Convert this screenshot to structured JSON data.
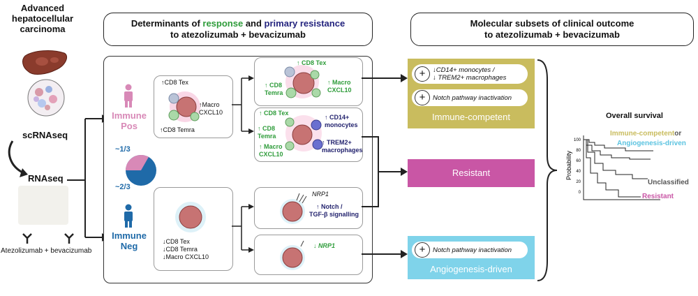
{
  "left": {
    "title_lines": [
      "Advanced",
      "hepatocellular",
      "carcinoma"
    ],
    "scrnaseq": "scRNAseq",
    "rnaseq": "RNAseq",
    "drugs": "Atezolizumab + bevacizumab"
  },
  "center_header": {
    "part1": "Determinants of ",
    "response": "response",
    "part2": " and ",
    "resistance": "primary resistance",
    "line2": "to atezolizumab + bevacizumab"
  },
  "right_header": {
    "line1": "Molecular subsets of clinical outcome",
    "line2": "to atezolizumab + bevacizumab"
  },
  "immune": {
    "pos_line1": "Immune",
    "pos_line2": "Pos",
    "neg_line1": "Immune",
    "neg_line2": "Neg",
    "fraction_pos": "~1/3",
    "fraction_neg": "~2/3",
    "pie_pos_fraction": 0.333
  },
  "pos_card": {
    "cd8_tex": "↑CD8 Tex",
    "macro": "↑Macro",
    "cxcl10": "CXCL10",
    "temra": "↑CD8 Temra"
  },
  "neg_card": {
    "line1": "↓CD8 Tex",
    "line2": "↓CD8 Temra",
    "line3": "↓Macro CXCL10"
  },
  "resp_card1": {
    "cd8_tex": "↑ CD8 Tex",
    "cd8": "↑ CD8",
    "temra": "Temra",
    "macro": "↑ Macro",
    "cxcl10": "CXCL10"
  },
  "resp_card2": {
    "cd8_tex": "↑ CD8 Tex",
    "cd8": "↑ CD8",
    "temra": "Temra",
    "macro": "↑ Macro",
    "cxcl10": "CXCL10",
    "cd14": "↑ CD14+",
    "monocytes": "monocytes",
    "trem2": "↑ TREM2+",
    "macrophages": "macrophages"
  },
  "neg_card1": {
    "nrp1": "NRP1",
    "notch": "↑ Notch /",
    "tgf": "TGF-β signalling"
  },
  "neg_card2": {
    "nrp1": "↓ NRP1"
  },
  "outcomes": {
    "immune_competent": {
      "pill1_line1": "↓CD14+ monocytes /",
      "pill1_line2": "↓ TREM2+ macrophages",
      "pill2": "Notch pathway inactivation",
      "label": "Immune-competent",
      "color": "#c9bc5e"
    },
    "resistant": {
      "label": "Resistant",
      "color": "#c956a5"
    },
    "angiogenesis": {
      "pill": "Notch pathway inactivation",
      "label": "Angiogenesis-driven",
      "color": "#7fd3ea"
    },
    "plus": "+"
  },
  "survival": {
    "title": "Overall survival",
    "ylabel": "Probability",
    "yticks": [
      "100",
      "80",
      "60",
      "40",
      "20",
      "0"
    ],
    "legend_ic": "Immune-competent",
    "legend_or": "or",
    "legend_ad": "Angiogenesis-driven",
    "legend_unclassified": "Unclassified",
    "legend_resistant": "Resistant",
    "colors": {
      "ic": "#c9bc5e",
      "ad": "#5bc3e0",
      "unclassified": "#555555",
      "resistant": "#c956a5"
    }
  }
}
